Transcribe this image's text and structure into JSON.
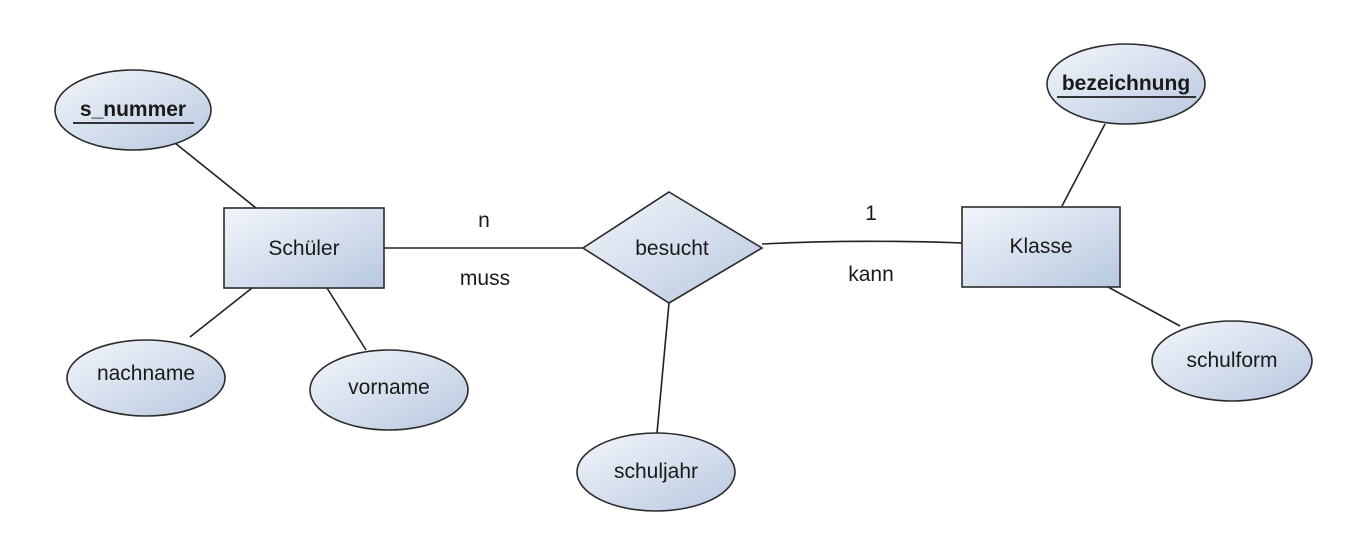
{
  "colors": {
    "shape_fill_light": "#f3f6fb",
    "shape_fill_dark": "#b8c8e0",
    "stroke": "#2b2b2b",
    "text": "#1a1a1a"
  },
  "entities": {
    "schueler": "Schüler",
    "klasse": "Klasse"
  },
  "relationship": {
    "label": "besucht"
  },
  "attributes": {
    "s_nummer": "s_nummer",
    "nachname": "nachname",
    "vorname": "vorname",
    "schuljahr": "schuljahr",
    "bezeichnung": "bezeichnung",
    "schulform": "schulform"
  },
  "cardinalities": {
    "schueler_side": "n",
    "schueler_participation": "muss",
    "klasse_side": "1",
    "klasse_participation": "kann"
  }
}
